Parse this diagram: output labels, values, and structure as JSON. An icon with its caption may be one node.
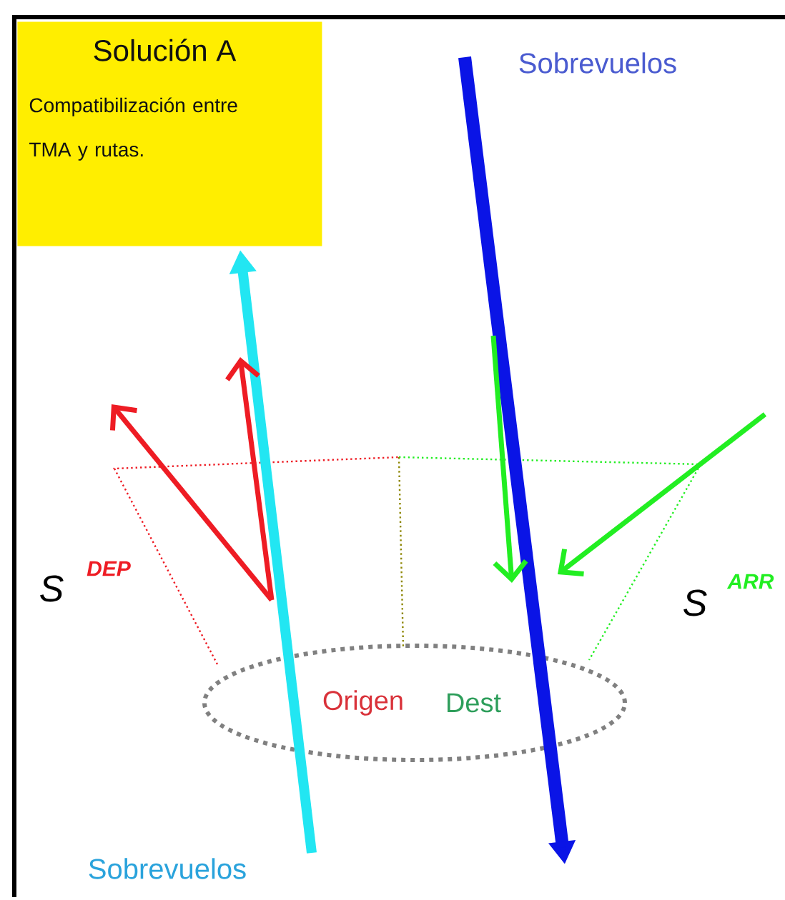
{
  "diagram": {
    "nodes": [
      {
        "text": [
          "Solución A",
          "Compatibilización entre TMA y rutas."
        ]
      },
      {
        "text": [
          "Origen",
          "Dest"
        ]
      }
    ],
    "labels": [
      "Sobrevuelos",
      "S",
      "DEP",
      "S",
      "ARR",
      "Sobrevuelos"
    ]
  }
}
